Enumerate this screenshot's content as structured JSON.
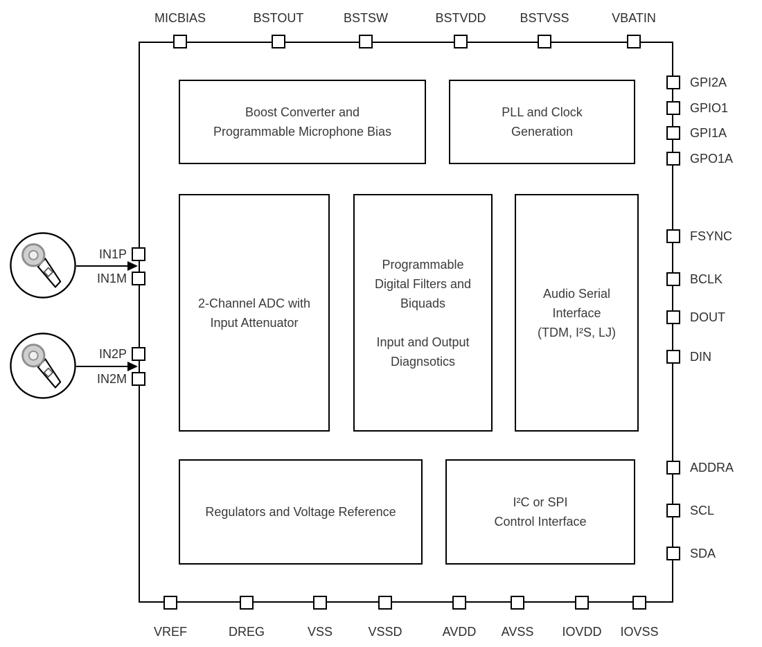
{
  "diagram_type": "ic-block-diagram",
  "colors": {
    "line": "#000000",
    "text": "#3a3a3a",
    "mic_head_fill": "#cfcfcf"
  },
  "pins": {
    "top": [
      "MICBIAS",
      "BSTOUT",
      "BSTSW",
      "BSTVDD",
      "BSTVSS",
      "VBATIN"
    ],
    "right": [
      "GPI2A",
      "GPIO1",
      "GPI1A",
      "GPO1A",
      "FSYNC",
      "BCLK",
      "DOUT",
      "DIN",
      "ADDRA",
      "SCL",
      "SDA"
    ],
    "bottom": [
      "VREF",
      "DREG",
      "VSS",
      "VSSD",
      "AVDD",
      "AVSS",
      "IOVDD",
      "IOVSS"
    ],
    "left": [
      "IN1P",
      "IN1M",
      "IN2P",
      "IN2M"
    ]
  },
  "blocks": {
    "boost": "Boost Converter and\nProgrammable Microphone Bias",
    "pll": "PLL and Clock\nGeneration",
    "adc": "2-Channel ADC with\nInput Attenuator",
    "filters": "Programmable\nDigital Filters and\nBiquads\n\nInput and Output\nDiagnsotics",
    "asi": "Audio  Serial\nInterface\n(TDM, I²S, LJ)",
    "regulators": "Regulators and Voltage Reference",
    "control": "I²C or SPI\nControl Interface"
  },
  "icons": [
    "microphone-icon",
    "microphone-icon"
  ]
}
